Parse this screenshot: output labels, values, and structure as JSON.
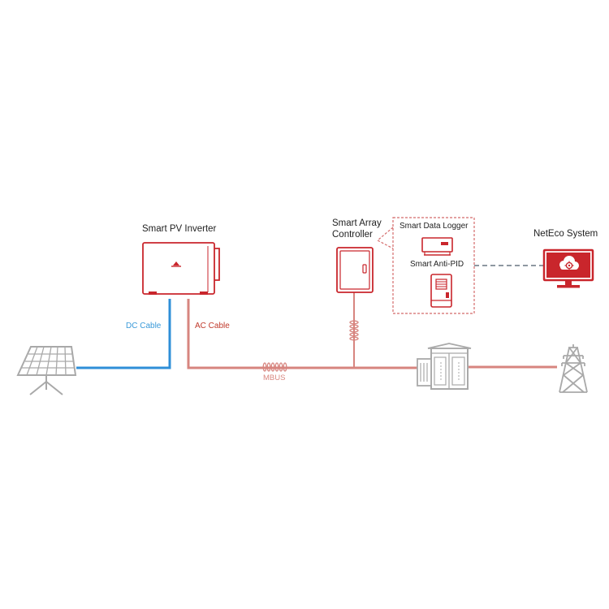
{
  "labels": {
    "inverter": "Smart PV Inverter",
    "array_controller_line1": "Smart Array",
    "array_controller_line2": "Controller",
    "data_logger": "Smart Data Logger",
    "anti_pid": "Smart Anti-PID",
    "neteco": "NetEco System",
    "dc_cable": "DC Cable",
    "ac_cable": "AC Cable",
    "mbus": "MBUS"
  },
  "colors": {
    "red": "#c9262c",
    "dc_blue": "#2f8fd8",
    "dc_label": "#3a9ad9",
    "ac_line": "#d7857f",
    "ac_label": "#c0392b",
    "mbus_label": "#d98880",
    "gray": "#a9a9a9",
    "dashed_box": "#d46b6b",
    "dashed_link": "#7f8a94"
  },
  "icons": {
    "solar_panel": "solar-panel-icon",
    "inverter": "inverter-icon",
    "array_controller": "cabinet-icon",
    "data_logger": "data-logger-icon",
    "anti_pid": "anti-pid-icon",
    "neteco": "monitor-cloud-icon",
    "transformer": "transformer-icon",
    "power_tower": "power-tower-icon"
  }
}
